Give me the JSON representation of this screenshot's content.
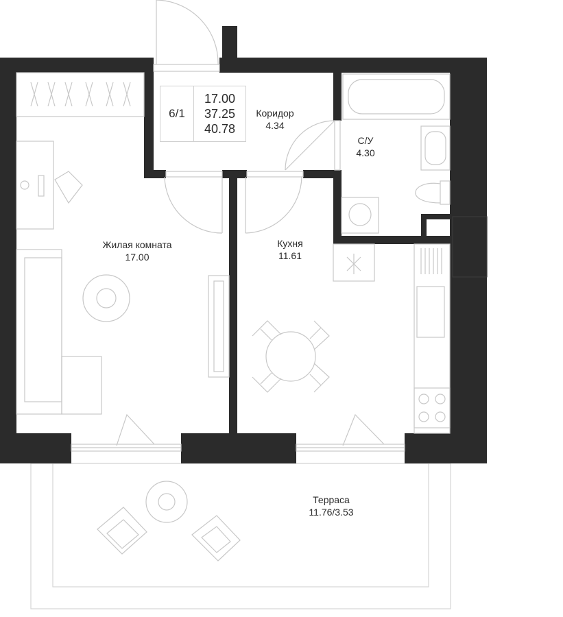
{
  "section": "6/1",
  "areas": {
    "living": "17.00",
    "total": "37.25",
    "total_with_terrace": "40.78"
  },
  "rooms": {
    "corridor": {
      "name": "Коридор",
      "area": "4.34"
    },
    "bathroom": {
      "name": "С/У",
      "area": "4.30"
    },
    "living_room": {
      "name": "Жилая комната",
      "area": "17.00"
    },
    "kitchen": {
      "name": "Кухня",
      "area": "11.61"
    },
    "terrace": {
      "name": "Терраса",
      "area": "11.76/3.53"
    }
  },
  "colors": {
    "wall": "#2b2b2b",
    "furniture": "#c8c8c8",
    "text": "#2b2b2b"
  }
}
